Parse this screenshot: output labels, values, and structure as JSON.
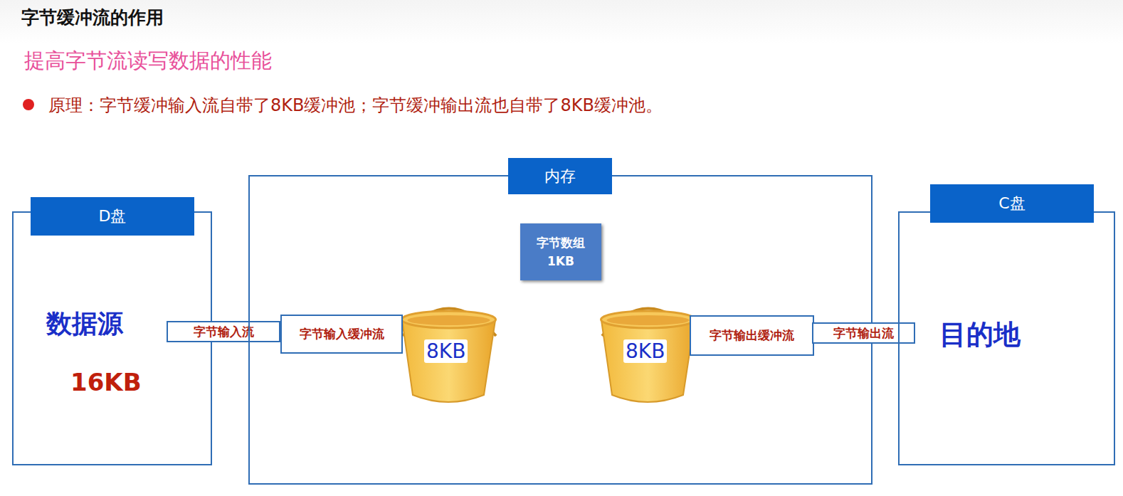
{
  "diagram": {
    "title": "字节缓冲流的作用",
    "nodes": [
      {
        "text": [
          "D盘",
          "数据源",
          "16KB"
        ]
      },
      {
        "text": [
          "字节输入流"
        ]
      },
      {
        "text": [
          "内存"
        ]
      },
      {
        "text": [
          "字节数组 1KB"
        ],
        "in": 2
      },
      {
        "text": [
          "字节输入缓冲流"
        ],
        "in": 2
      },
      {
        "text": [
          "字节输出缓冲流"
        ],
        "in": 2
      },
      {
        "text": [
          "字节输出流"
        ]
      },
      {
        "text": [
          "C盘",
          "目的地"
        ]
      }
    ],
    "labels": [
      "提高字节流读写数据的性能",
      "原理：字节缓冲输入流自带了8KB缓冲池；字节缓冲输出流也自带了8KB缓冲池。",
      "8KB",
      "8KB"
    ]
  }
}
